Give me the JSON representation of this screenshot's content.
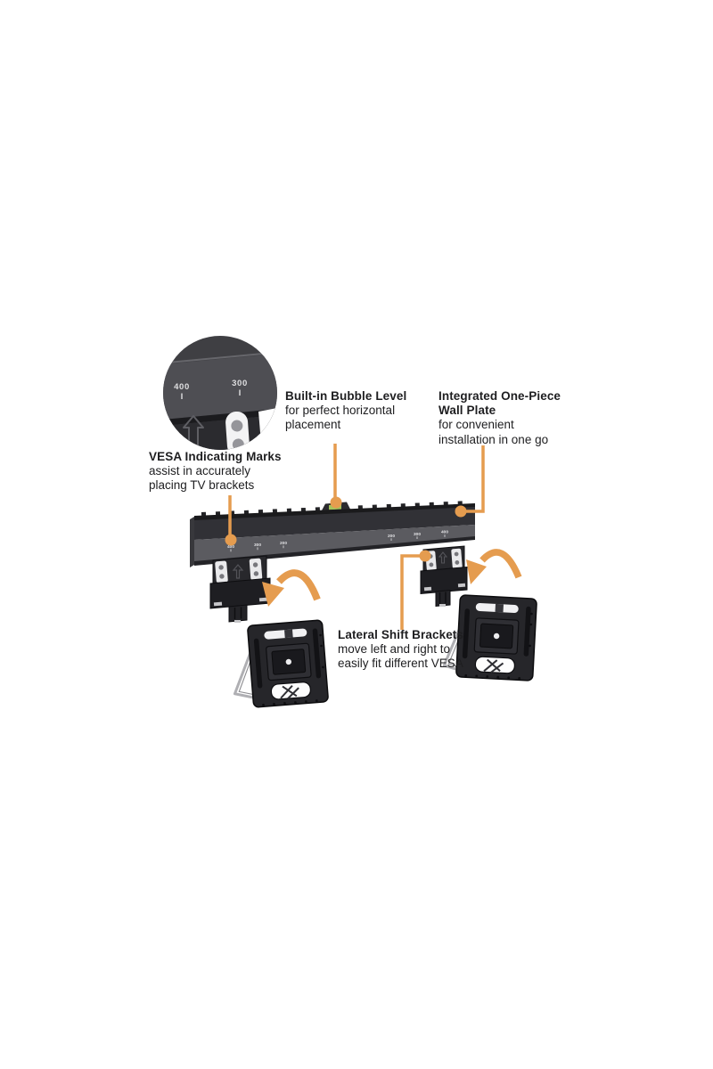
{
  "callouts": {
    "bubble_level": {
      "title": "Built-in Bubble Level",
      "desc_line1": "for perfect horizontal",
      "desc_line2": "placement"
    },
    "wall_plate": {
      "title_line1": "Integrated One-Piece",
      "title_line2": "Wall Plate",
      "desc_line1": "for convenient",
      "desc_line2": "installation in one go"
    },
    "vesa_marks": {
      "title": "VESA Indicating Marks",
      "desc_line1": "assist in accurately",
      "desc_line2": "placing TV brackets"
    },
    "lateral_brackets": {
      "title": "Lateral Shift Brackets",
      "desc_line1": "move left and right to",
      "desc_line2": "easily fit different VESA"
    }
  },
  "illustration": {
    "inset_marks": [
      "400",
      "300"
    ],
    "plate_marks": [
      "400",
      "300",
      "200",
      "200",
      "300",
      "400"
    ]
  },
  "colors": {
    "accent_orange": "#E59C4F",
    "bubble_green": "#A3C45B",
    "text_ink": "#1E1E20",
    "plate_face_gray": "#5B5B60",
    "plate_dark_gray": "#313136",
    "bracket_black": "#232327"
  }
}
